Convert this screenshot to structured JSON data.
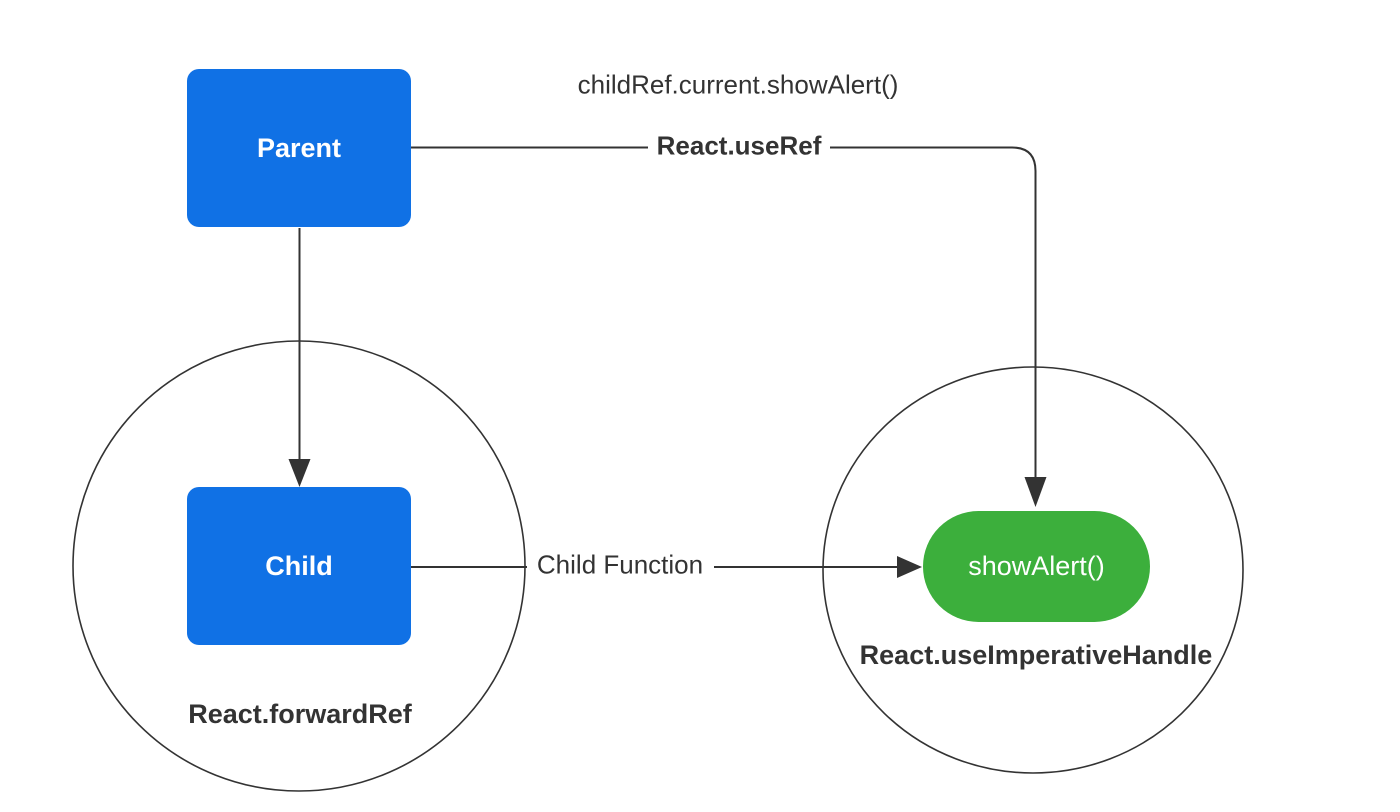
{
  "diagram": {
    "type": "flowchart",
    "nodes": {
      "parent": {
        "label": "Parent",
        "fill": "#1071E5",
        "text_color": "#FFFFFF"
      },
      "child": {
        "label": "Child",
        "fill": "#1071E5",
        "text_color": "#FFFFFF"
      },
      "show_alert": {
        "label": "showAlert()",
        "fill": "#3CAF3C",
        "text_color": "#FFFFFF"
      }
    },
    "scopes": {
      "forward_ref": {
        "label": "React.forwardRef"
      },
      "use_imperative_handle": {
        "label": "React.useImperativeHandle"
      }
    },
    "edges": {
      "call_label": "childRef.current.showAlert()",
      "use_ref_label": "React.useRef",
      "child_function_label": "Child Function"
    },
    "colors": {
      "line": "#333333",
      "background": "#FFFFFF"
    }
  }
}
